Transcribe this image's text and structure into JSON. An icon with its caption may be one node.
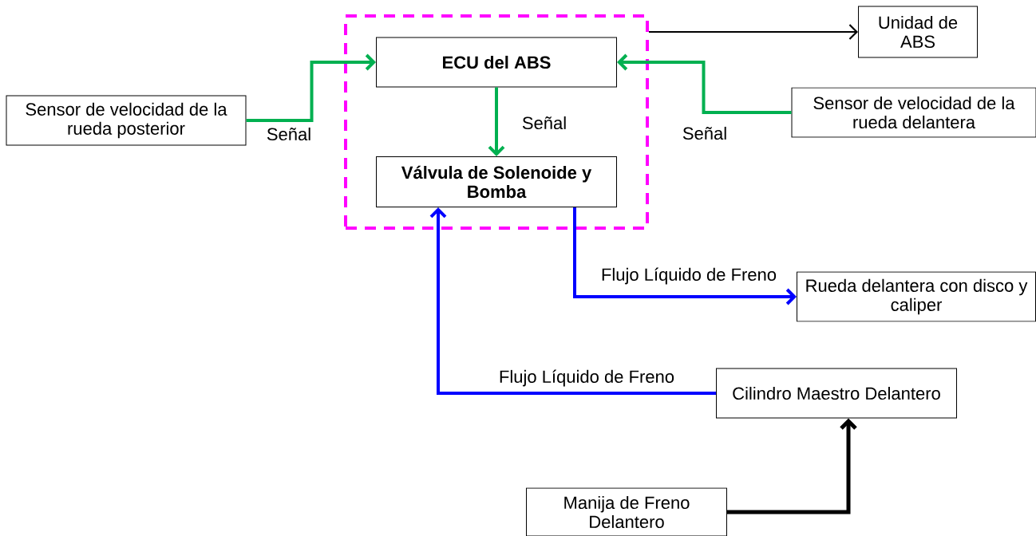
{
  "diagram": {
    "nodes": [
      {
        "text": [],
        "shape": "box"
      },
      {
        "text": [
          "ECU del ABS"
        ],
        "in": 0
      },
      {
        "text": [
          "Válvula de Solenoide y Bomba"
        ],
        "in": 0
      },
      {
        "text": [
          "Unidad de ABS"
        ]
      },
      {
        "text": [
          "Sensor de velocidad de la rueda posterior"
        ]
      },
      {
        "text": [
          "Sensor de velocidad de la rueda delantera"
        ]
      },
      {
        "text": [
          "Rueda delantera con disco y caliper"
        ]
      },
      {
        "text": [
          "Cilindro Maestro Delantero"
        ]
      },
      {
        "text": [
          "Manija de Freno Delantero"
        ]
      }
    ],
    "edges": [
      {
        "from": 0,
        "to": 3,
        "arrow": "to",
        "color": "#000000"
      },
      {
        "from": 4,
        "to": 1,
        "arrow": "to",
        "label": "Señal"
      },
      {
        "from": 1,
        "to": 2,
        "arrow": "to",
        "label": "Señal"
      },
      {
        "from": 5,
        "to": 1,
        "arrow": "to",
        "label": "Señal"
      },
      {
        "from": 2,
        "to": 6,
        "arrow": "to",
        "label": "Flujo Líquido de Freno",
        "color": "#0000ff"
      },
      {
        "from": 7,
        "to": 2,
        "arrow": "to",
        "label": "Flujo Líquido de Freno",
        "color": "#0000ff"
      },
      {
        "from": 8,
        "to": 7,
        "arrow": "to",
        "color": "#000000"
      }
    ]
  }
}
